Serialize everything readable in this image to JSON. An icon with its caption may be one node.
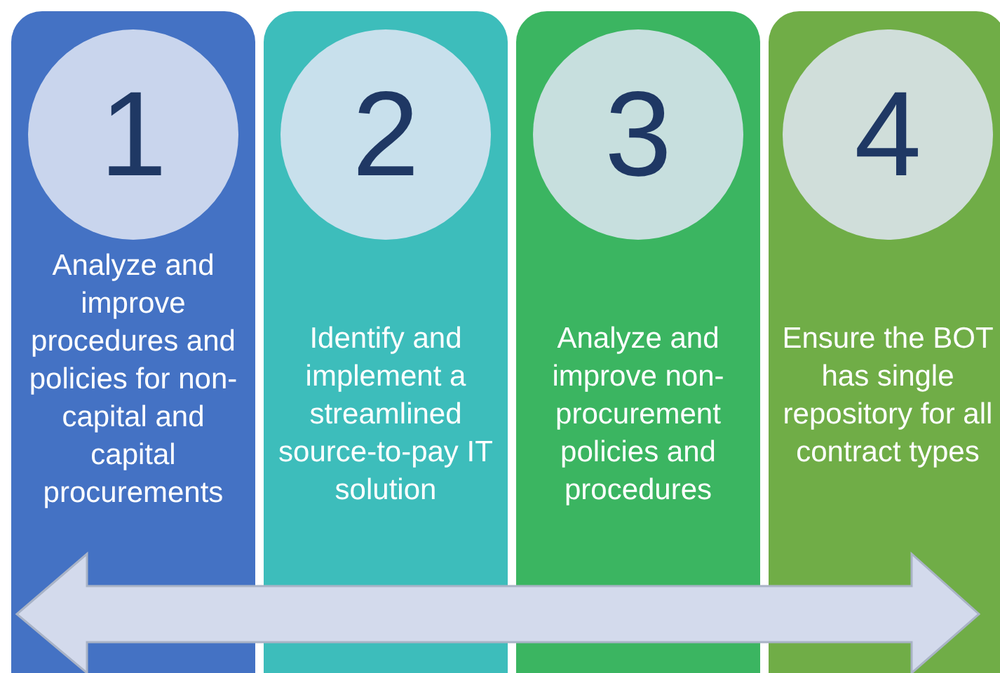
{
  "diagram": {
    "nodes": [
      {
        "text": [
          "Analyze and improve procedures and policies for non-capital and capital procurements"
        ]
      },
      {
        "text": [
          "1"
        ],
        "in": 0
      },
      {
        "text": [
          "Identify and implement a streamlined source-to-pay IT solution"
        ]
      },
      {
        "text": [
          "2"
        ],
        "in": 2
      },
      {
        "text": [
          "Analyze and improve non-procurement policies and procedures"
        ]
      },
      {
        "text": [
          "3"
        ],
        "in": 4
      },
      {
        "text": [
          "Ensure the BOT has single repository for all contract types"
        ]
      },
      {
        "text": [
          "4"
        ],
        "in": 6
      }
    ]
  }
}
